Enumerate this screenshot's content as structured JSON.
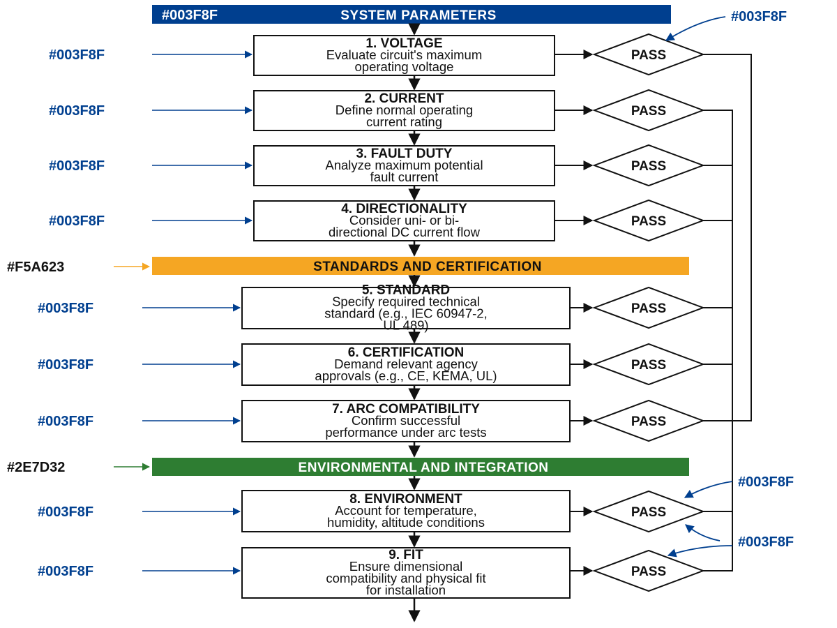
{
  "colors": {
    "primary": "#003F8F",
    "standards": "#F5A623",
    "environmental": "#2E7D32",
    "line": "#111111"
  },
  "sections": {
    "system": {
      "code": "#003F8F",
      "title": "SYSTEM PARAMETERS"
    },
    "standards": {
      "code": "#F5A623",
      "title": "STANDARDS AND CERTIFICATION"
    },
    "environmental": {
      "code": "#2E7D32",
      "title": "ENVIRONMENTAL AND INTEGRATION"
    }
  },
  "steps": [
    {
      "title": "1. VOLTAGE",
      "lines": [
        "Evaluate circuit's maximum",
        "operating voltage"
      ],
      "decision": "PASS",
      "code": "#003F8F"
    },
    {
      "title": "2. CURRENT",
      "lines": [
        "Define normal operating",
        "current rating"
      ],
      "decision": "PASS",
      "code": "#003F8F"
    },
    {
      "title": "3. FAULT DUTY",
      "lines": [
        "Analyze maximum potential",
        "fault current"
      ],
      "decision": "PASS",
      "code": "#003F8F"
    },
    {
      "title": "4. DIRECTIONALITY",
      "lines": [
        "Consider uni- or bi-",
        "directional DC current flow"
      ],
      "decision": "PASS",
      "code": "#003F8F"
    },
    {
      "title": "5. STANDARD",
      "lines": [
        "Specify required technical",
        "standard (e.g., IEC 60947-2,",
        "UL 489)"
      ],
      "decision": "PASS",
      "code": "#003F8F"
    },
    {
      "title": "6. CERTIFICATION",
      "lines": [
        "Demand relevant agency",
        "approvals (e.g., CE, KEMA, UL)"
      ],
      "decision": "PASS",
      "code": "#003F8F"
    },
    {
      "title": "7. ARC COMPATIBILITY",
      "lines": [
        "Confirm successful",
        "performance under arc tests"
      ],
      "decision": "PASS",
      "code": "#003F8F"
    },
    {
      "title": "8. ENVIRONMENT",
      "lines": [
        "Account for temperature,",
        "humidity, altitude conditions"
      ],
      "decision": "PASS",
      "code": "#003F8F"
    },
    {
      "title": "9. FIT",
      "lines": [
        "Ensure dimensional",
        "compatibility and physical fit",
        "for installation"
      ],
      "decision": "PASS",
      "code": "#003F8F"
    }
  ],
  "callouts": [
    "#003F8F",
    "#003F8F",
    "#003F8F"
  ]
}
